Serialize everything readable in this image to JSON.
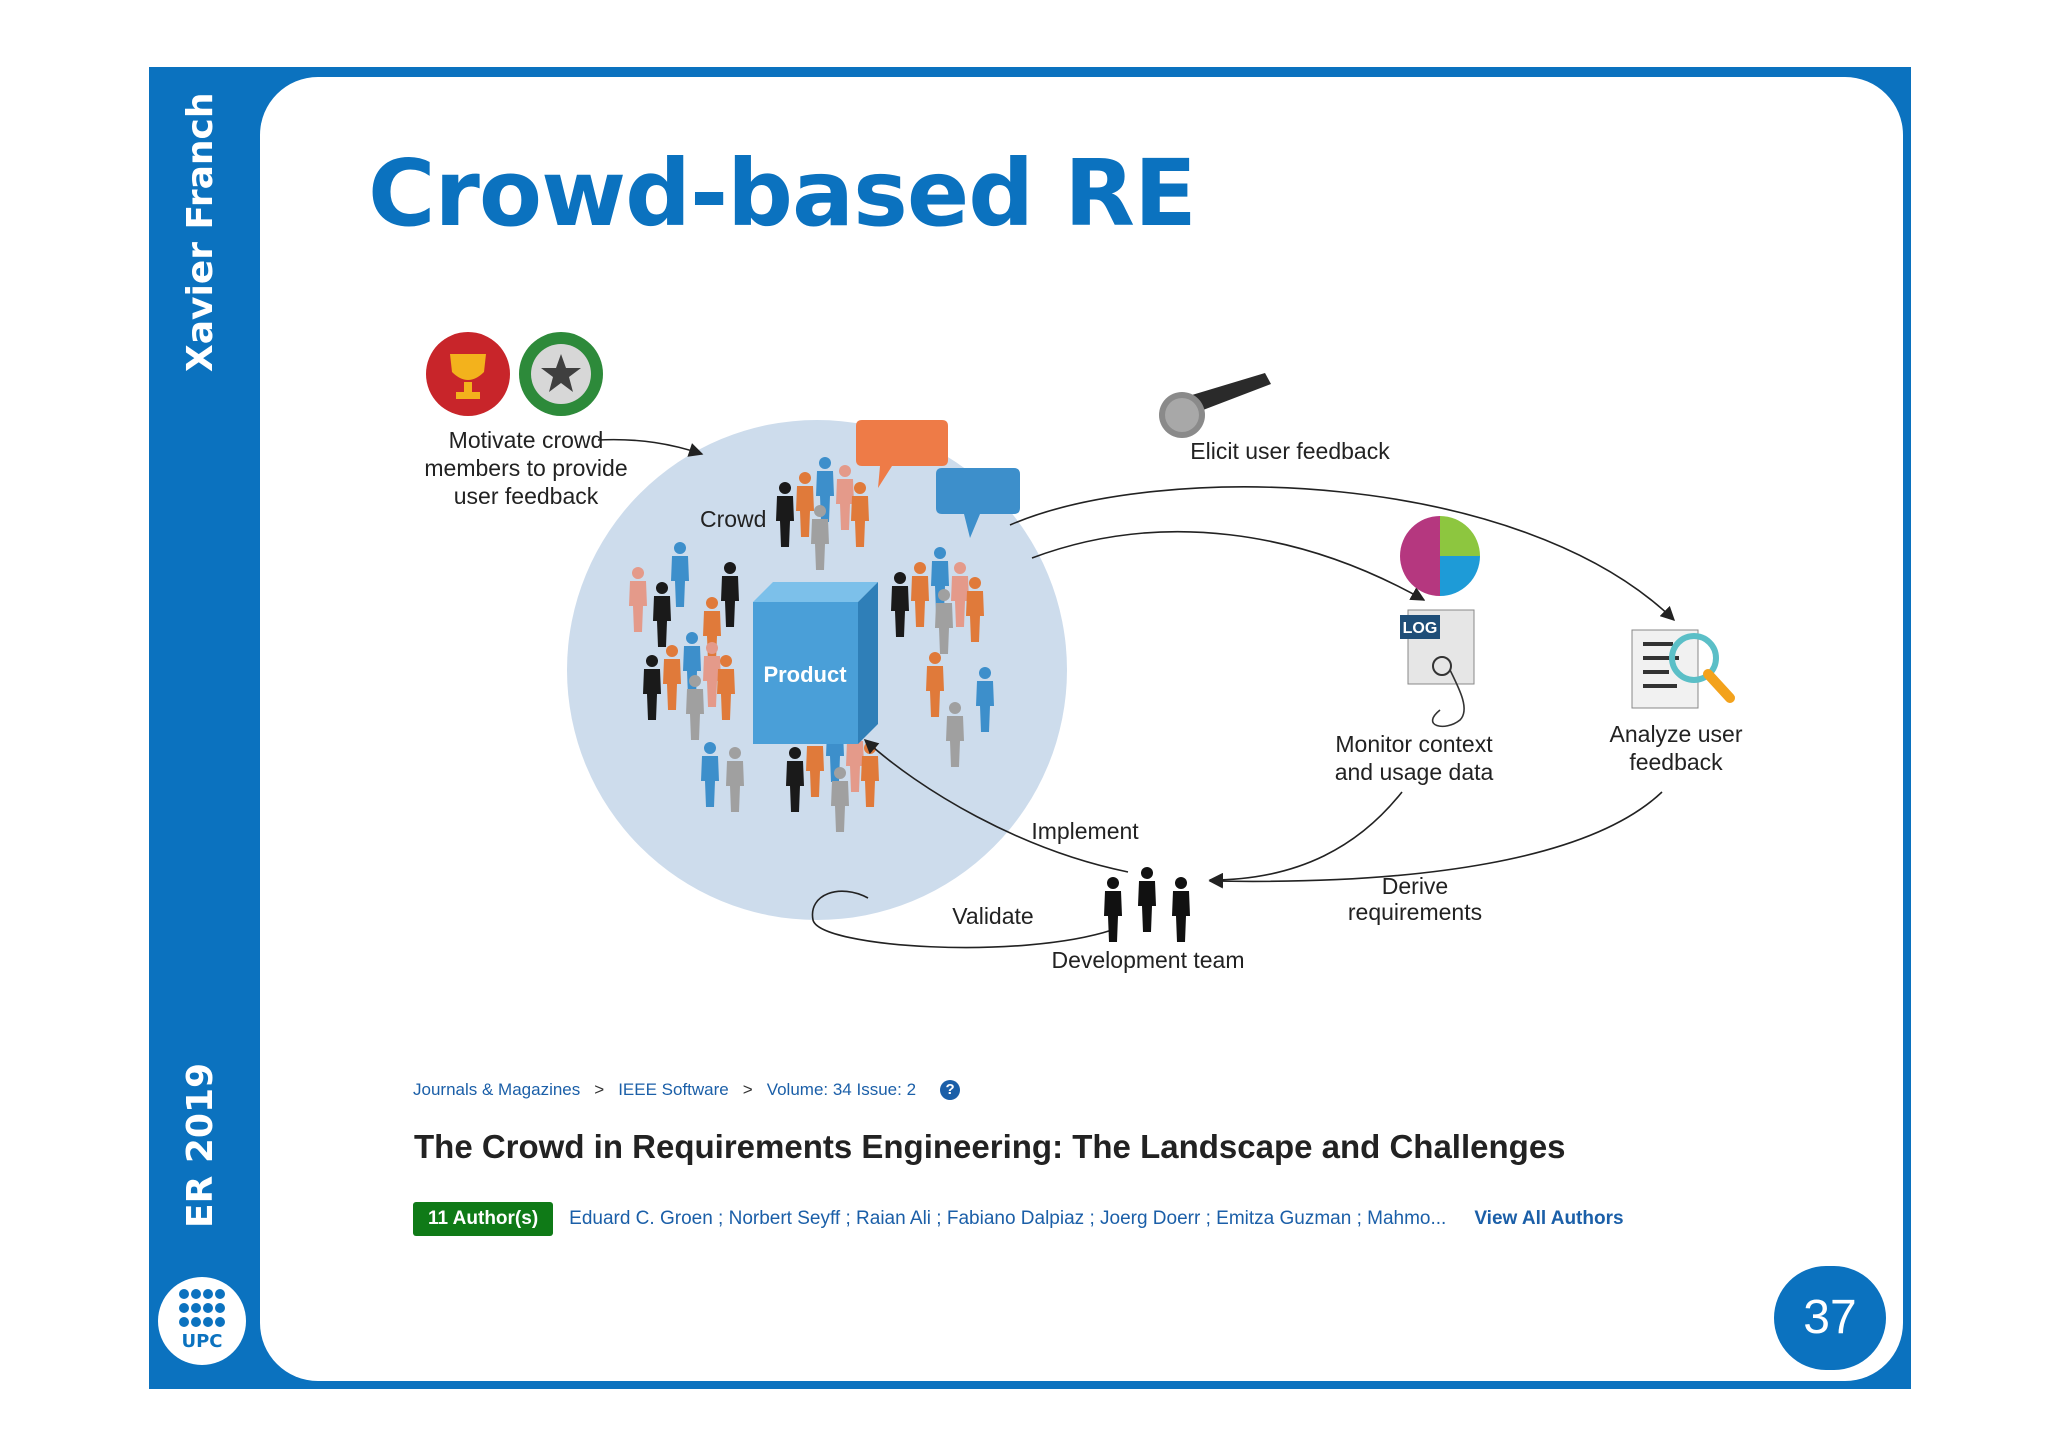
{
  "sidebar": {
    "author": "Xavier Franch",
    "event": "ER 2019",
    "logo_text": "UPC"
  },
  "slide": {
    "title": "Crowd-based RE",
    "page_number": "37"
  },
  "diagram": {
    "motivate_line1": "Motivate crowd",
    "motivate_line2": "members to provide",
    "motivate_line3": "user feedback",
    "crowd": "Crowd",
    "product": "Product",
    "elicit": "Elicit user feedback",
    "log": "LOG",
    "monitor_line1": "Monitor context",
    "monitor_line2": "and usage data",
    "analyze_line1": "Analyze user",
    "analyze_line2": "feedback",
    "implement": "Implement",
    "validate": "Validate",
    "derive_line1": "Derive",
    "derive_line2": "requirements",
    "dev_team": "Development team",
    "icons": [
      "trophy-icon",
      "star-badge-icon",
      "microphone-icon",
      "magnifier-icon",
      "pie-chart-icon",
      "log-file-icon"
    ]
  },
  "article": {
    "breadcrumb": [
      "Journals & Magazines",
      "IEEE Software",
      "Volume: 34 Issue: 2"
    ],
    "breadcrumb_sep": ">",
    "help_glyph": "?",
    "title": "The Crowd in Requirements Engineering: The Landscape and Challenges",
    "authors_badge": "11 Author(s)",
    "authors": "Eduard C. Groen ; Norbert Seyff ; Raian Ali ; Fabiano Dalpiaz ; Joerg Doerr ; Emitza Guzman ; Mahmo...",
    "view_all": "View All Authors"
  },
  "colors": {
    "brand_blue": "#0b72bf",
    "badge_green": "#0f7a17",
    "link_blue": "#1b5fa8",
    "crowd_circle": "#cddcec",
    "product_box": "#4a9fd8"
  }
}
